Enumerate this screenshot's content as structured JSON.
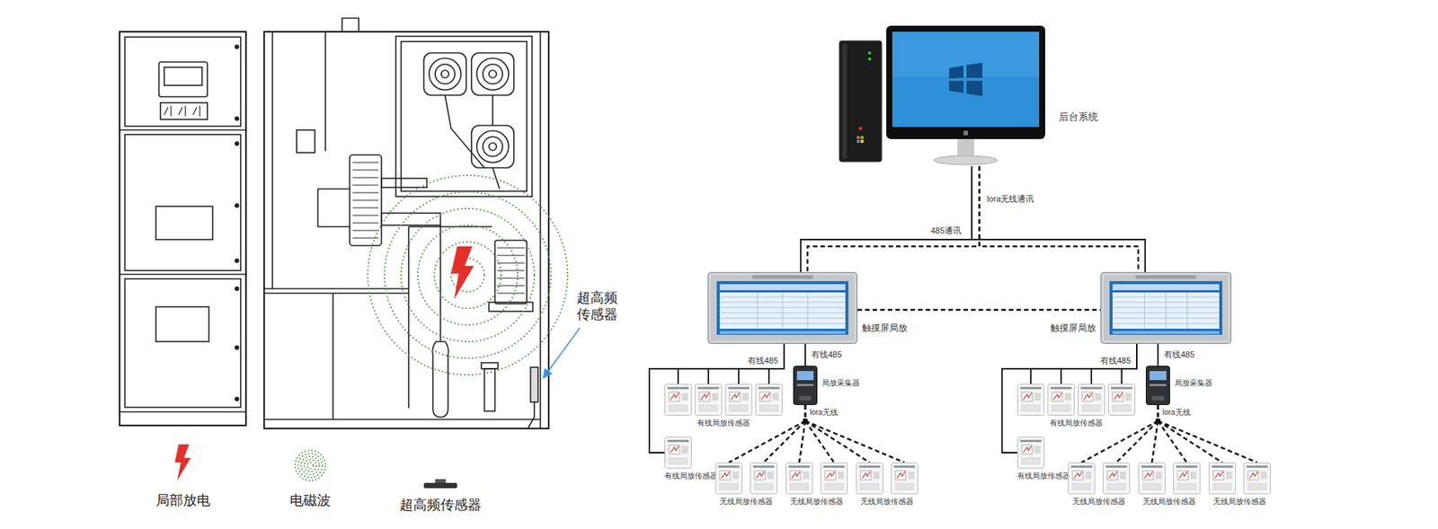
{
  "diagram": {
    "nodes": [
      {
        "text": [
          "后台系统"
        ]
      },
      {
        "text": [
          "触摸屏局放"
        ]
      },
      {
        "text": [
          "触摸屏局放"
        ]
      },
      {
        "text": [
          "有线局放传感器"
        ]
      },
      {
        "text": [
          "有线局放传感器"
        ]
      },
      {
        "text": [
          "局放采集器"
        ]
      },
      {
        "text": [
          "无线局放传感器"
        ]
      },
      {
        "text": [
          "无线局放传感器"
        ]
      },
      {
        "text": [
          "无线局放传感器"
        ]
      },
      {
        "text": [
          "有线局放传感器"
        ]
      },
      {
        "text": [
          "有线局放传感器"
        ]
      },
      {
        "text": [
          "局放采集器"
        ]
      },
      {
        "text": [
          "无线局放传感器"
        ]
      },
      {
        "text": [
          "无线局放传感器"
        ]
      },
      {
        "text": [
          "无线局放传感器"
        ]
      }
    ],
    "edges": [
      {
        "from": 0,
        "to": 1,
        "arrow": "none",
        "label": "485通讯"
      },
      {
        "from": 0,
        "to": 1,
        "arrow": "none",
        "label": "lora无线通讯"
      },
      {
        "from": 0,
        "to": 2,
        "arrow": "none"
      },
      {
        "from": 0,
        "to": 2,
        "arrow": "none"
      },
      {
        "from": 1,
        "to": 2,
        "arrow": "none"
      },
      {
        "from": 1,
        "to": 3,
        "arrow": "none",
        "label": "有线485"
      },
      {
        "from": 1,
        "to": 4,
        "arrow": "none"
      },
      {
        "from": 1,
        "to": 5,
        "arrow": "none",
        "label": "有线485"
      },
      {
        "from": 5,
        "to": 6,
        "arrow": "none"
      },
      {
        "from": 5,
        "to": 7,
        "arrow": "none"
      },
      {
        "from": 5,
        "to": 8,
        "arrow": "none"
      },
      {
        "from": 2,
        "to": 9,
        "arrow": "none",
        "label": "有线485"
      },
      {
        "from": 2,
        "to": 10,
        "arrow": "none"
      },
      {
        "from": 2,
        "to": 11,
        "arrow": "none",
        "label": "有线485"
      },
      {
        "from": 11,
        "to": 12,
        "arrow": "none"
      },
      {
        "from": 11,
        "to": 13,
        "arrow": "none"
      },
      {
        "from": 11,
        "to": 14,
        "arrow": "none"
      }
    ],
    "labels": [
      "超高频传感器",
      "lora无线",
      "lora无线"
    ],
    "legend": [
      {
        "text": "局部放电"
      },
      {
        "text": "电磁波"
      },
      {
        "text": "超高频传感器"
      }
    ]
  }
}
